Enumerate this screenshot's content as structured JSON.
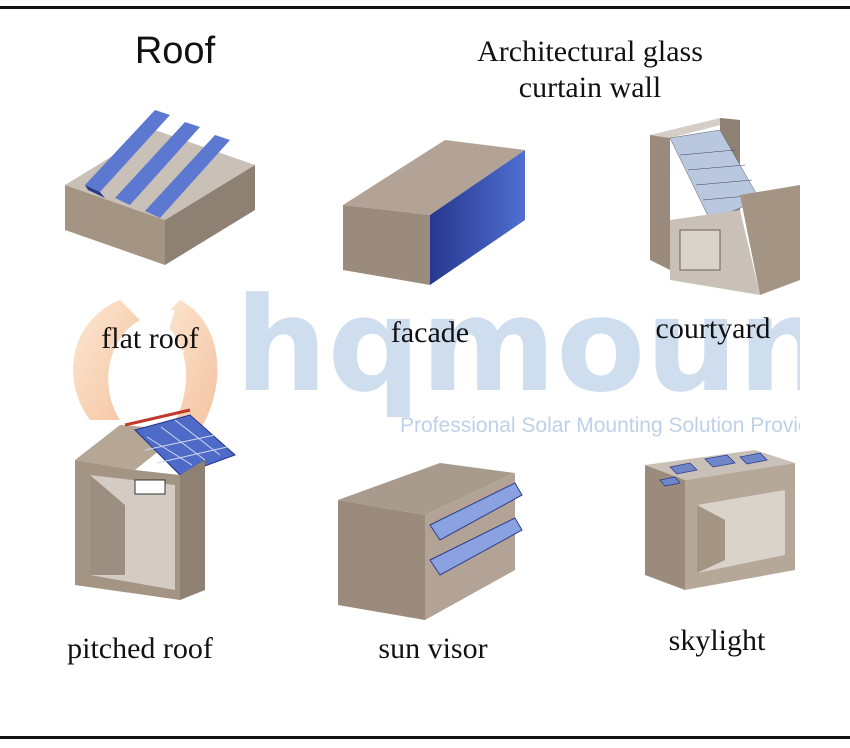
{
  "headings": {
    "roof": "Roof",
    "glass_line1": "Architectural glass",
    "glass_line2": "curtain wall"
  },
  "captions": {
    "flat_roof": "flat roof",
    "facade": "facade",
    "courtyard": "courtyard",
    "pitched_roof": "pitched roof",
    "sun_visor": "sun visor",
    "skylight": "skylight"
  },
  "watermark": {
    "brand": "hqmount",
    "tagline": "Professional Solar Mounting Solution Provider"
  },
  "colors": {
    "wall": "#a7988a",
    "wall_dark": "#8c7f72",
    "wall_light": "#cbc3ba",
    "panel_blue": "#3f55b8",
    "watermark_blue": "#c9dbed",
    "watermark_orange": "#f6c9a6"
  }
}
